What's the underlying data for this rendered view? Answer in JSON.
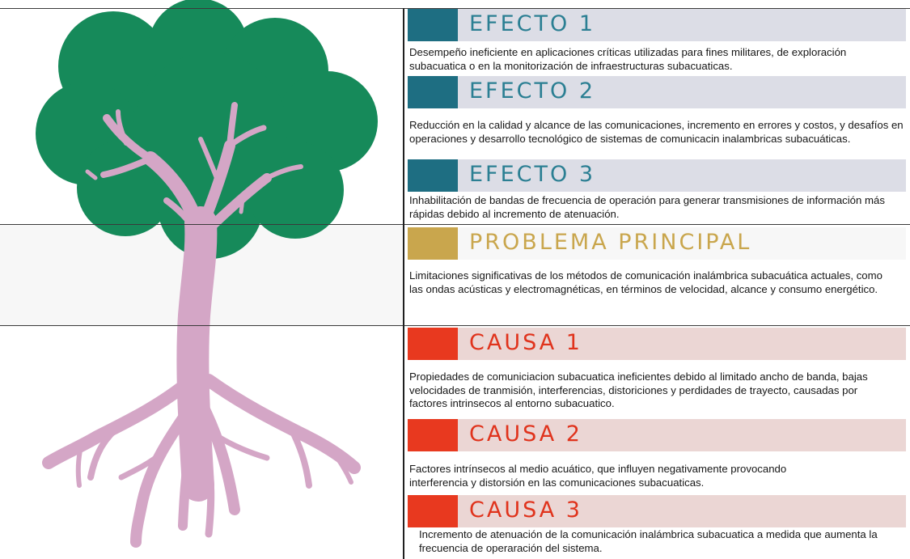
{
  "colors": {
    "efecto_accent": "#1e6e82",
    "efecto_bar": "#dcdde6",
    "problema_accent": "#c9a64d",
    "causa_accent": "#e8391f",
    "causa_bar": "#ebd6d4",
    "canopy": "#168a5a",
    "trunk": "#d4a6c6"
  },
  "tree": {
    "canopy": "tree-canopy",
    "trunk": "tree-trunk",
    "roots": "tree-roots"
  },
  "efectos": [
    {
      "title": "EFECTO 1",
      "text": "Desempeño ineficiente en aplicaciones críticas utilizadas para fines militares, de exploración subacuatica o en la monitorización de infraestructuras subacuaticas."
    },
    {
      "title": "EFECTO 2",
      "text": " Reducción en la calidad y alcance de las comunicaciones, incremento en errores y costos, y desafíos en operaciones y desarrollo tecnológico de sistemas de comunicacin inalambricas subacuáticas."
    },
    {
      "title": "EFECTO 3",
      "text": "Inhabilitación de bandas de frecuencia de operación para generar transmisiones de información más rápidas debido al incremento de atenuación."
    }
  ],
  "problema": {
    "title": "PROBLEMA PRINCIPAL",
    "text": "Limitaciones significativas de los métodos de comunicación inalámbrica subacuática actuales, como las ondas acústicas y electromagnéticas, en términos de velocidad, alcance y consumo energético."
  },
  "causas": [
    {
      "title": "CAUSA 1",
      "text": "Propiedades de comuniciacion subacuatica ineficientes debido al limitado ancho de banda, bajas velocidades de tranmisión, interferencias, distoriciones y perdidades de trayecto, causadas por factores intrinsecos al entorno subacuatico."
    },
    {
      "title": "CAUSA 2",
      "text": "Factores intrínsecos al medio acuático, que influyen negativamente provocando interferencia y distorsión en las comunicaciones subacuaticas."
    },
    {
      "title": "CAUSA 3",
      "text": "Incremento de atenuación de la comunicación inalámbrica subacuatica a medida que aumenta la frecuencia de operaración del sistema."
    }
  ]
}
